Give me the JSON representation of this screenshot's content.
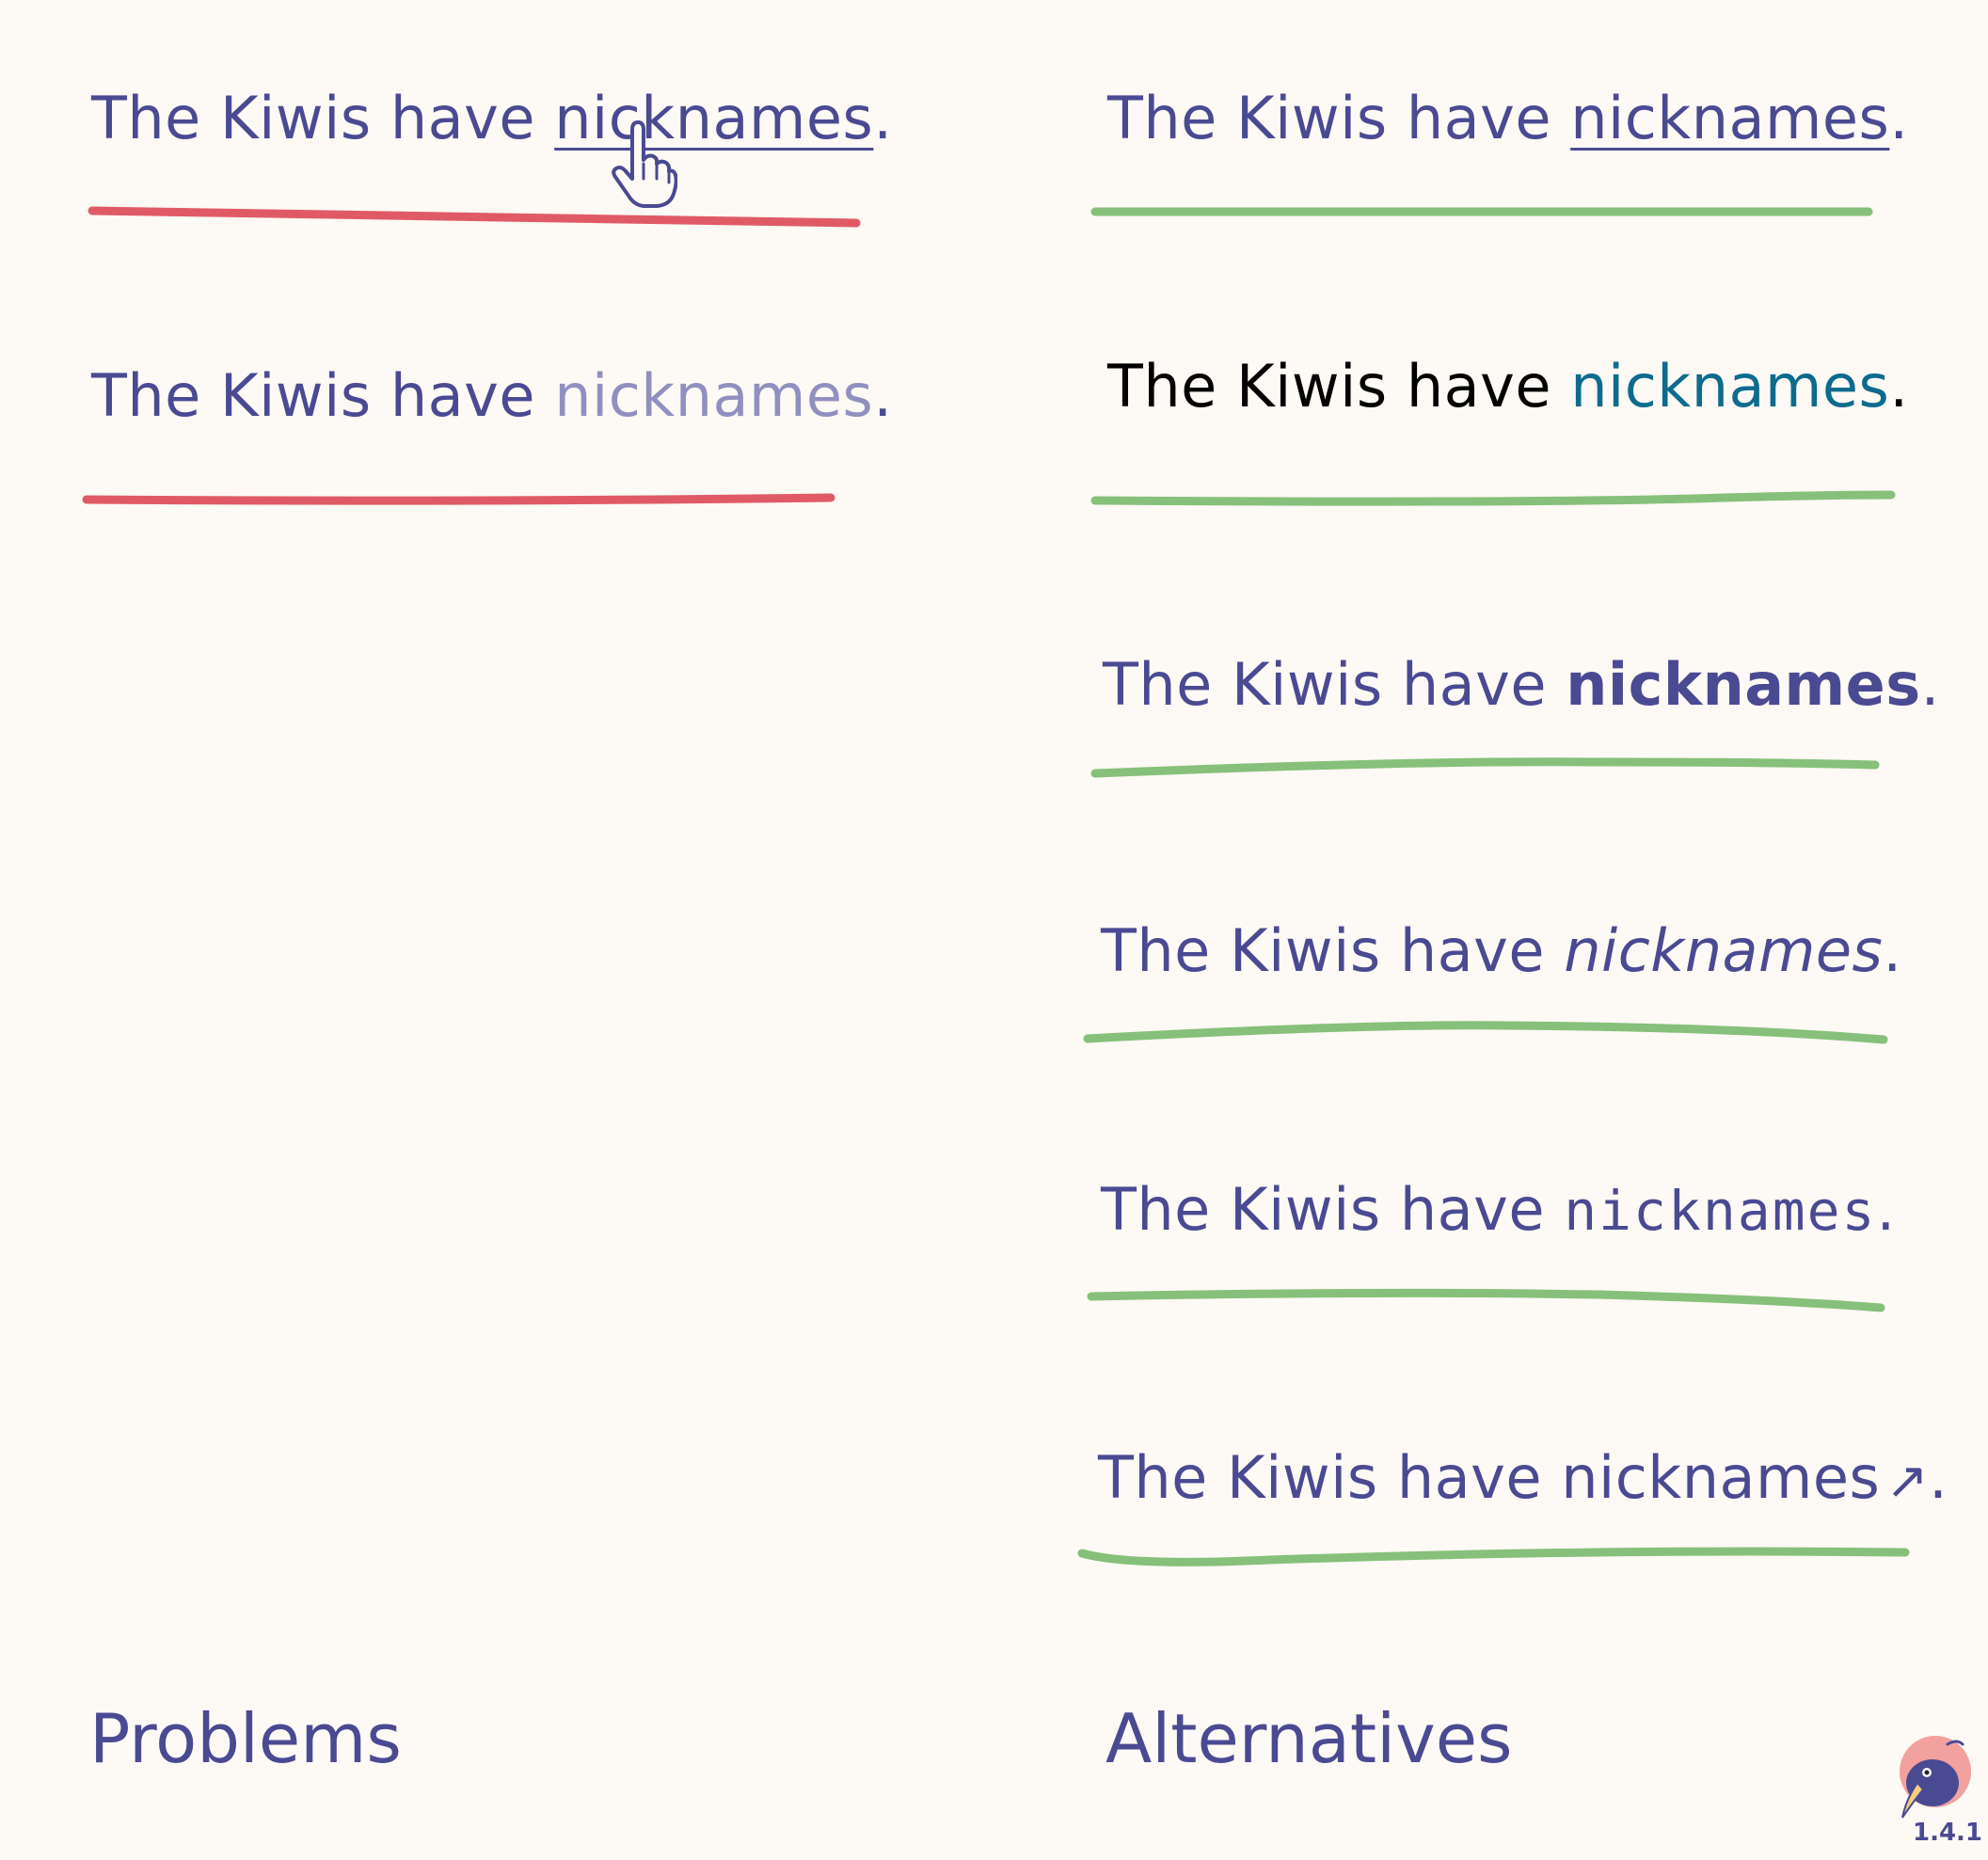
{
  "problems": {
    "heading": "Problems",
    "examples": [
      {
        "prefix": "The Kiwis have ",
        "link": "nicknames",
        "suffix": "."
      },
      {
        "prefix": "The Kiwis have ",
        "link": "nicknames",
        "suffix": "."
      }
    ]
  },
  "alternatives": {
    "heading": "Alternatives",
    "examples": [
      {
        "prefix": "The Kiwis have ",
        "link": "nicknames",
        "suffix": "."
      },
      {
        "prefix": "The Kiwis have ",
        "link": "nicknames",
        "suffix": "."
      },
      {
        "prefix": "The Kiwis have ",
        "link": "nicknames",
        "suffix": "."
      },
      {
        "prefix": "The Kiwis have ",
        "link": "nicknames",
        "suffix": "."
      },
      {
        "prefix": "The Kiwis have ",
        "link": "nicknames",
        "suffix": "."
      },
      {
        "prefix": "The Kiwis have ",
        "link": "nicknames",
        "suffix": ".",
        "icon": "↗"
      }
    ]
  },
  "badge": {
    "version": "1.4.1",
    "icon": "kiwi-bird-icon"
  },
  "colors": {
    "background": "#fdf9f4",
    "text": "#4a4a93",
    "problem_stroke": "#e05a66",
    "alternative_stroke": "#86c07a",
    "faded_link": "#9090c0",
    "teal_link": "#0d6b8e"
  }
}
